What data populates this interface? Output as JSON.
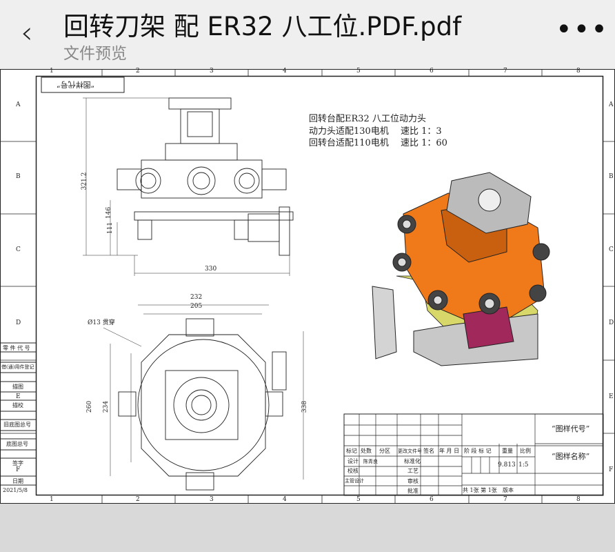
{
  "header": {
    "title": "回转刀架 配 ER32 八工位.PDF.pdf",
    "subtitle": "文件预览",
    "back_icon": "chevron-left-icon",
    "more_icon": "ellipsis-icon"
  },
  "drawing": {
    "columns": [
      "1",
      "2",
      "3",
      "4",
      "5",
      "6",
      "7",
      "8"
    ],
    "rows": [
      "A",
      "B",
      "C",
      "D",
      "E",
      "F"
    ],
    "top_left_box": "“图样代号”",
    "notes": [
      "回转台配ER32 八工位动力头",
      "动力头适配130电机　 速比 1：3",
      "回转台适配110电机　 速比 1：60"
    ],
    "dims": {
      "h1": "321.2",
      "h2": "146",
      "h3": "111",
      "w1": "330",
      "w2": "232",
      "w3": "205",
      "h4": "260",
      "h5": "234",
      "h6": "338",
      "hole": "Ø13 贯穿"
    },
    "left_table": [
      "零 件 代 号",
      "借(通)用件登记",
      "描图",
      "描校",
      "旧底图总号",
      "底图总号",
      "签字",
      "日期",
      "2021/5/8"
    ],
    "title_block": {
      "headers": [
        "标记",
        "处数",
        "分区",
        "更改文件号",
        "签名",
        "年 月 日"
      ],
      "designer_label": "设计",
      "designer": "陈青良",
      "std": "标准化",
      "check": "校核",
      "process": "工艺",
      "chief": "主管设计",
      "review": "审核",
      "approve": "批准",
      "stage": "阶 段 标 记",
      "weight_label": "重量",
      "scale_label": "比例",
      "weight": "9.813",
      "scale": "1:5",
      "sheets": "共 1张 第 1张",
      "version": "版本",
      "code": "“图样代号”",
      "name": "“图样名称”"
    }
  }
}
